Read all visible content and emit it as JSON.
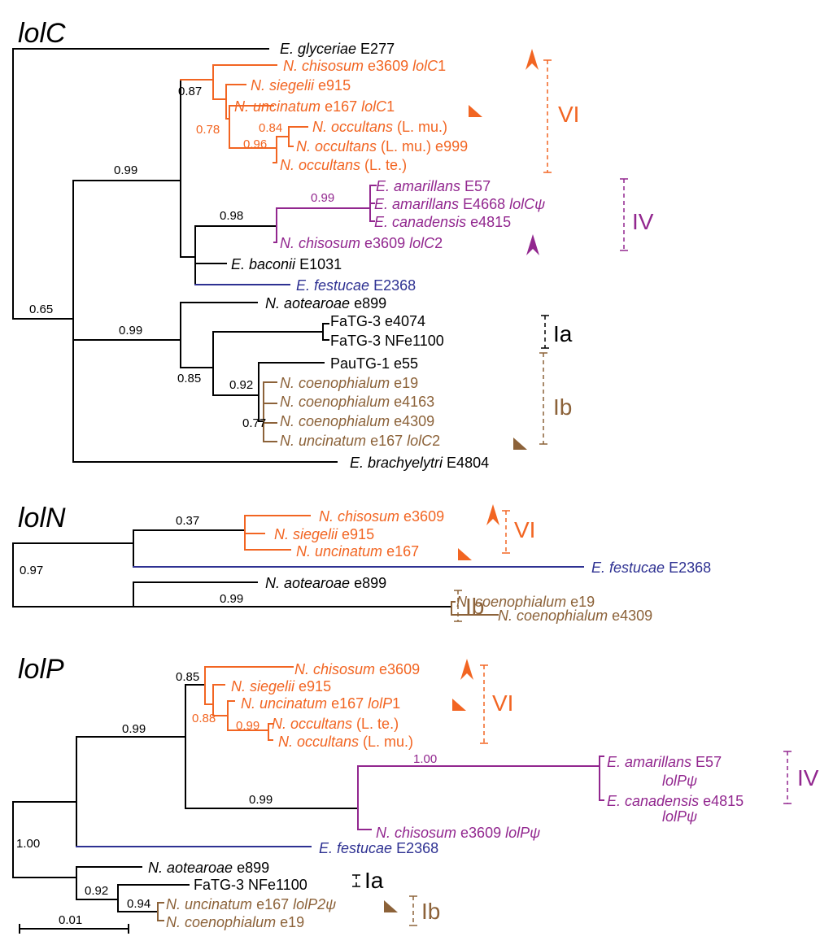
{
  "colors": {
    "black": "#000000",
    "orange": "#f26522",
    "purple": "#92278f",
    "blue": "#2e3192",
    "brown": "#8c6239"
  },
  "panels": [
    {
      "title": "lolC"
    },
    {
      "title": "lolN"
    },
    {
      "title": "lolP"
    }
  ],
  "leaves": [
    {
      "p": 0,
      "c": "black",
      "parts": [
        [
          "E. glyceriae",
          1
        ],
        [
          " E277",
          0
        ]
      ]
    },
    {
      "p": 0,
      "c": "orange",
      "parts": [
        [
          "N. chisosum",
          1
        ],
        [
          " e3609  ",
          0
        ],
        [
          "lolC",
          1
        ],
        [
          "1",
          0
        ]
      ]
    },
    {
      "p": 0,
      "c": "orange",
      "parts": [
        [
          "N. siegelii",
          1
        ],
        [
          " e915",
          0
        ]
      ]
    },
    {
      "p": 0,
      "c": "orange",
      "parts": [
        [
          "N. uncinatum",
          1
        ],
        [
          " e167 ",
          0
        ],
        [
          "lolC",
          1
        ],
        [
          "1",
          0
        ]
      ]
    },
    {
      "p": 0,
      "c": "orange",
      "parts": [
        [
          "N. occultans",
          1
        ],
        [
          " (L. mu.)",
          0
        ]
      ]
    },
    {
      "p": 0,
      "c": "orange",
      "parts": [
        [
          "N. occultans",
          1
        ],
        [
          " (L. mu.) e999",
          0
        ]
      ]
    },
    {
      "p": 0,
      "c": "orange",
      "parts": [
        [
          "N. occultans",
          1
        ],
        [
          " (L. te.)",
          0
        ]
      ]
    },
    {
      "p": 0,
      "c": "purple",
      "parts": [
        [
          "E. amarillans",
          1
        ],
        [
          " E57",
          0
        ]
      ]
    },
    {
      "p": 0,
      "c": "purple",
      "parts": [
        [
          "E. amarillans",
          1
        ],
        [
          " E4668 ",
          0
        ],
        [
          "lolCψ",
          1
        ]
      ]
    },
    {
      "p": 0,
      "c": "purple",
      "parts": [
        [
          "E. canadensis",
          1
        ],
        [
          " e4815",
          0
        ]
      ]
    },
    {
      "p": 0,
      "c": "purple",
      "parts": [
        [
          "N. chisosum",
          1
        ],
        [
          " e3609 ",
          0
        ],
        [
          "lolC",
          1
        ],
        [
          "2",
          0
        ]
      ]
    },
    {
      "p": 0,
      "c": "black",
      "parts": [
        [
          "E. baconii",
          1
        ],
        [
          " E1031",
          0
        ]
      ]
    },
    {
      "p": 0,
      "c": "blue",
      "parts": [
        [
          "E. festucae",
          1
        ],
        [
          " E2368",
          0
        ]
      ]
    },
    {
      "p": 0,
      "c": "black",
      "parts": [
        [
          "N. aotearoae",
          1
        ],
        [
          " e899",
          0
        ]
      ]
    },
    {
      "p": 0,
      "c": "black",
      "parts": [
        [
          "FaTG-3 e4074",
          0
        ]
      ]
    },
    {
      "p": 0,
      "c": "black",
      "parts": [
        [
          "FaTG-3 NFe1100",
          0
        ]
      ]
    },
    {
      "p": 0,
      "c": "black",
      "parts": [
        [
          "PauTG-1 e55",
          0
        ]
      ]
    },
    {
      "p": 0,
      "c": "brown",
      "parts": [
        [
          "N. coenophialum",
          1
        ],
        [
          " e19",
          0
        ]
      ]
    },
    {
      "p": 0,
      "c": "brown",
      "parts": [
        [
          "N. coenophialum",
          1
        ],
        [
          " e4163",
          0
        ]
      ]
    },
    {
      "p": 0,
      "c": "brown",
      "parts": [
        [
          "N. coenophialum",
          1
        ],
        [
          " e4309",
          0
        ]
      ]
    },
    {
      "p": 0,
      "c": "brown",
      "parts": [
        [
          "N. uncinatum",
          1
        ],
        [
          " e167 ",
          0
        ],
        [
          "lolC",
          1
        ],
        [
          "2",
          0
        ]
      ]
    },
    {
      "p": 0,
      "c": "black",
      "parts": [
        [
          "E. brachyelytri",
          1
        ],
        [
          " E4804",
          0
        ]
      ]
    },
    {
      "p": 1,
      "c": "orange",
      "parts": [
        [
          "N. chisosum",
          1
        ],
        [
          " e3609",
          0
        ]
      ]
    },
    {
      "p": 1,
      "c": "orange",
      "parts": [
        [
          "N. siegelii",
          1
        ],
        [
          " e915",
          0
        ]
      ]
    },
    {
      "p": 1,
      "c": "orange",
      "parts": [
        [
          "N. uncinatum",
          1
        ],
        [
          " e167",
          0
        ]
      ]
    },
    {
      "p": 1,
      "c": "blue",
      "parts": [
        [
          "E. festucae",
          1
        ],
        [
          " E2368",
          0
        ]
      ]
    },
    {
      "p": 1,
      "c": "black",
      "parts": [
        [
          "N. aotearoae",
          1
        ],
        [
          " e899",
          0
        ]
      ]
    },
    {
      "p": 1,
      "c": "brown",
      "parts": [
        [
          "N. coenophialum",
          1
        ],
        [
          " e19",
          0
        ]
      ]
    },
    {
      "p": 1,
      "c": "brown",
      "parts": [
        [
          "N. coenophialum",
          1
        ],
        [
          " e4309",
          0
        ]
      ]
    },
    {
      "p": 2,
      "c": "orange",
      "parts": [
        [
          "N. chisosum",
          1
        ],
        [
          " e3609",
          0
        ]
      ]
    },
    {
      "p": 2,
      "c": "orange",
      "parts": [
        [
          "N. siegelii",
          1
        ],
        [
          " e915",
          0
        ]
      ]
    },
    {
      "p": 2,
      "c": "orange",
      "parts": [
        [
          "N. uncinatum",
          1
        ],
        [
          " e167 ",
          0
        ],
        [
          "lolP",
          1
        ],
        [
          "1",
          0
        ]
      ]
    },
    {
      "p": 2,
      "c": "orange",
      "parts": [
        [
          "N. occultans",
          1
        ],
        [
          " (L. te.)",
          0
        ]
      ]
    },
    {
      "p": 2,
      "c": "orange",
      "parts": [
        [
          "N. occultans",
          1
        ],
        [
          " (L. mu.)",
          0
        ]
      ]
    },
    {
      "p": 2,
      "c": "purple",
      "parts": [
        [
          "E. amarillans",
          1
        ],
        [
          " E57",
          0
        ]
      ]
    },
    {
      "p": 2,
      "c": "purple",
      "parts": [
        [
          "lolPψ",
          1
        ]
      ]
    },
    {
      "p": 2,
      "c": "purple",
      "parts": [
        [
          "E. canadensis",
          1
        ],
        [
          " e4815",
          0
        ]
      ]
    },
    {
      "p": 2,
      "c": "purple",
      "parts": [
        [
          "lolPψ",
          1
        ]
      ]
    },
    {
      "p": 2,
      "c": "purple",
      "parts": [
        [
          "N. chisosum",
          1
        ],
        [
          " e3609 ",
          0
        ],
        [
          "lolPψ",
          1
        ]
      ]
    },
    {
      "p": 2,
      "c": "blue",
      "parts": [
        [
          "E. festucae",
          1
        ],
        [
          " E2368",
          0
        ]
      ]
    },
    {
      "p": 2,
      "c": "black",
      "parts": [
        [
          "N. aotearoae",
          1
        ],
        [
          " e899",
          0
        ]
      ]
    },
    {
      "p": 2,
      "c": "black",
      "parts": [
        [
          "FaTG-3 NFe1100",
          0
        ]
      ]
    },
    {
      "p": 2,
      "c": "brown",
      "parts": [
        [
          "N. uncinatum",
          1
        ],
        [
          " e167 ",
          0
        ],
        [
          "lolP2ψ",
          1
        ]
      ]
    },
    {
      "p": 2,
      "c": "brown",
      "parts": [
        [
          "N. coenophialum",
          1
        ],
        [
          " e19",
          0
        ]
      ]
    }
  ],
  "supports": [
    {
      "v": "0.87",
      "c": "black"
    },
    {
      "v": "0.78",
      "c": "orange"
    },
    {
      "v": "0.84",
      "c": "orange"
    },
    {
      "v": "0.96",
      "c": "orange"
    },
    {
      "v": "0.99",
      "c": "black"
    },
    {
      "v": "0.99",
      "c": "purple"
    },
    {
      "v": "0.98",
      "c": "black"
    },
    {
      "v": "0.65",
      "c": "black"
    },
    {
      "v": "0.99",
      "c": "black"
    },
    {
      "v": "0.85",
      "c": "black"
    },
    {
      "v": "0.92",
      "c": "black"
    },
    {
      "v": "0.77",
      "c": "black"
    },
    {
      "v": "0.37",
      "c": "black"
    },
    {
      "v": "0.97",
      "c": "black"
    },
    {
      "v": "0.99",
      "c": "black"
    },
    {
      "v": "0.85",
      "c": "black"
    },
    {
      "v": "0.88",
      "c": "orange"
    },
    {
      "v": "0.99",
      "c": "orange"
    },
    {
      "v": "0.99",
      "c": "black"
    },
    {
      "v": "1.00",
      "c": "purple"
    },
    {
      "v": "0.99",
      "c": "black"
    },
    {
      "v": "1.00",
      "c": "black"
    },
    {
      "v": "0.92",
      "c": "black"
    },
    {
      "v": "0.94",
      "c": "black"
    }
  ],
  "groups": [
    {
      "label": "VI",
      "c": "orange"
    },
    {
      "label": "IV",
      "c": "purple"
    },
    {
      "label": "Ia",
      "c": "black"
    },
    {
      "label": "Ib",
      "c": "brown"
    },
    {
      "label": "VI",
      "c": "orange"
    },
    {
      "label": "Ib",
      "c": "brown"
    },
    {
      "label": "VI",
      "c": "orange"
    },
    {
      "label": "IV",
      "c": "purple"
    },
    {
      "label": "Ia",
      "c": "black"
    },
    {
      "label": "Ib",
      "c": "brown"
    }
  ],
  "markers": [
    {
      "type": "arrowhead-up",
      "c": "orange"
    },
    {
      "type": "triangle",
      "c": "orange"
    },
    {
      "type": "arrowhead-up",
      "c": "purple"
    },
    {
      "type": "triangle",
      "c": "brown"
    },
    {
      "type": "arrowhead-up",
      "c": "orange"
    },
    {
      "type": "triangle",
      "c": "orange"
    },
    {
      "type": "arrowhead-up",
      "c": "orange"
    },
    {
      "type": "triangle",
      "c": "orange"
    },
    {
      "type": "triangle",
      "c": "brown"
    }
  ],
  "scale_bar": {
    "label": "0.01"
  }
}
